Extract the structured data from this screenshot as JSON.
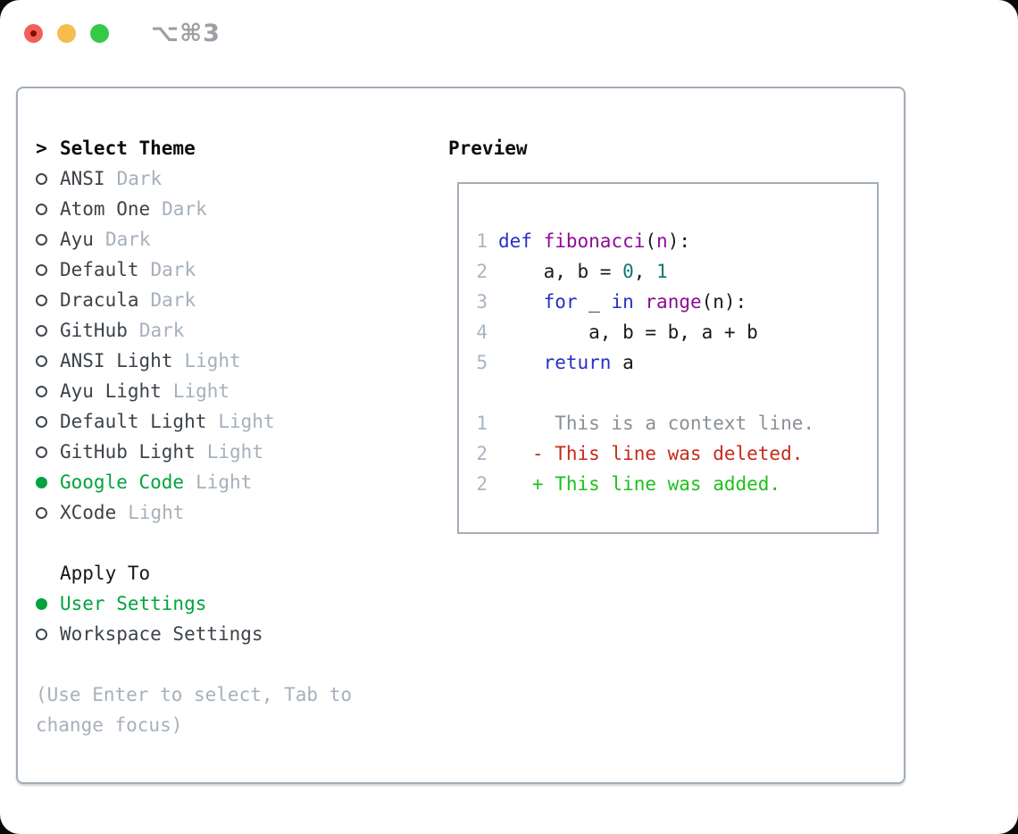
{
  "window": {
    "shortcut": "⌥⌘3"
  },
  "colors": {
    "green": "#00a33f",
    "border": "#a3adb8",
    "muted": "#a6b0bb",
    "dark": "#3d4349",
    "lineno": "#a9b5c1",
    "syn_blue": "#2531c4",
    "syn_purple": "#8d0c96",
    "syn_teal": "#0d7a72",
    "diff_ctx": "#8a9096",
    "diff_del": "#c52b1a",
    "diff_add": "#1dc11d",
    "traffic_red": "#f0605a",
    "traffic_yellow": "#f6bd4e",
    "traffic_green": "#36c948"
  },
  "theme_panel": {
    "prompt": ">",
    "title": "Select Theme",
    "themes": [
      {
        "name": "ANSI",
        "variant": "Dark",
        "selected": false
      },
      {
        "name": "Atom One",
        "variant": "Dark",
        "selected": false
      },
      {
        "name": "Ayu",
        "variant": "Dark",
        "selected": false
      },
      {
        "name": "Default",
        "variant": "Dark",
        "selected": false
      },
      {
        "name": "Dracula",
        "variant": "Dark",
        "selected": false
      },
      {
        "name": "GitHub",
        "variant": "Dark",
        "selected": false
      },
      {
        "name": "ANSI Light",
        "variant": "Light",
        "selected": false
      },
      {
        "name": "Ayu Light",
        "variant": "Light",
        "selected": false
      },
      {
        "name": "Default Light",
        "variant": "Light",
        "selected": false
      },
      {
        "name": "GitHub Light",
        "variant": "Light",
        "selected": false
      },
      {
        "name": "Google Code",
        "variant": "Light",
        "selected": true
      },
      {
        "name": "XCode",
        "variant": "Light",
        "selected": false
      }
    ],
    "apply_to": {
      "title": "Apply To",
      "options": [
        {
          "label": "User Settings",
          "selected": true
        },
        {
          "label": "Workspace Settings",
          "selected": false
        }
      ]
    },
    "hint": "(Use Enter to select, Tab to change focus)"
  },
  "preview": {
    "title": "Preview",
    "code_lines": [
      {
        "num": "1",
        "tokens": [
          [
            "kw",
            "def"
          ],
          [
            "pl",
            " "
          ],
          [
            "fn",
            "fibonacci"
          ],
          [
            "pl",
            "("
          ],
          [
            "fn",
            "n"
          ],
          [
            "pl",
            "):"
          ]
        ]
      },
      {
        "num": "2",
        "tokens": [
          [
            "pl",
            "    a, b = "
          ],
          [
            "nm",
            "0"
          ],
          [
            "pl",
            ", "
          ],
          [
            "nm",
            "1"
          ]
        ]
      },
      {
        "num": "3",
        "tokens": [
          [
            "pl",
            "    "
          ],
          [
            "kw",
            "for"
          ],
          [
            "pl",
            " _ "
          ],
          [
            "kw",
            "in"
          ],
          [
            "pl",
            " "
          ],
          [
            "fn",
            "range"
          ],
          [
            "pl",
            "(n):"
          ]
        ]
      },
      {
        "num": "4",
        "tokens": [
          [
            "pl",
            "        a, b = b, a + b"
          ]
        ]
      },
      {
        "num": "5",
        "tokens": [
          [
            "pl",
            "    "
          ],
          [
            "kw",
            "return"
          ],
          [
            "pl",
            " a"
          ]
        ]
      },
      {
        "num": "",
        "tokens": []
      },
      {
        "num": "1",
        "tokens": [
          [
            "ctx",
            "     This is a context line."
          ]
        ]
      },
      {
        "num": "2",
        "tokens": [
          [
            "del",
            "   - This line was deleted."
          ]
        ]
      },
      {
        "num": "2",
        "tokens": [
          [
            "add",
            "   + This line was added."
          ]
        ]
      }
    ]
  }
}
